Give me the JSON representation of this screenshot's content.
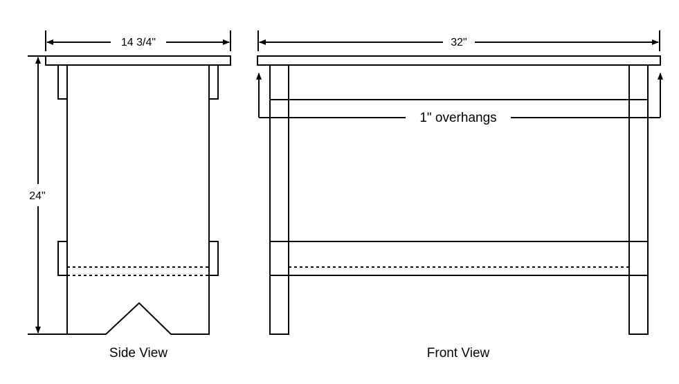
{
  "side_view": {
    "width_label": "14 3/4\"",
    "height_label": "24\"",
    "caption": "Side View"
  },
  "front_view": {
    "width_label": "32\"",
    "overhang_label": "1\" overhangs",
    "caption": "Front View"
  },
  "colors": {
    "line": "#000000",
    "background": "#ffffff"
  }
}
